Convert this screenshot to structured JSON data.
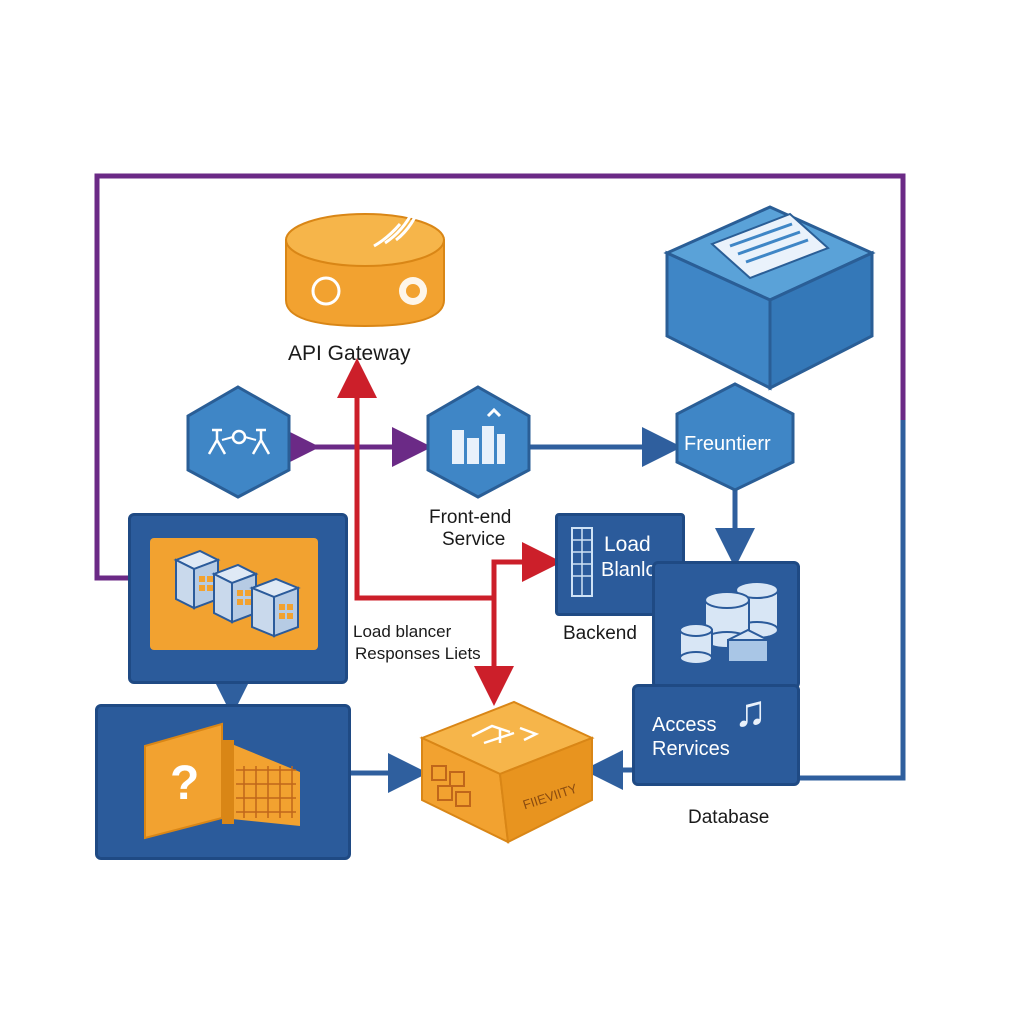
{
  "diagram": {
    "labels": {
      "api_gateway": "API Gateway",
      "front_end_service_line1": "Front-end",
      "front_end_service_line2": "Service",
      "frontend_node": "Freuntierr",
      "load_balancer_box_line1": "Load",
      "load_balancer_box_line2": "Blanlcer",
      "backend": "Backend",
      "load_blancer_line1": "Load blancer",
      "load_blancer_line2": "Responses Liets",
      "access_services_line1": "Access",
      "access_services_line2": "Rervices",
      "database": "Database",
      "cube_text": "FIIEVIITY",
      "question_mark": "?"
    },
    "icons": {
      "gateway": "cylinder-gateway-icon",
      "document_box": "document-box-icon",
      "network_hex": "network-hexagon-icon",
      "service_hex": "service-hexagon-icon",
      "servers": "server-cubes-icon",
      "databases": "database-stack-icon",
      "question": "question-folder-icon",
      "music": "music-note-icon"
    },
    "colors": {
      "purple": "#6b2a86",
      "red": "#cc1f2a",
      "blue_line": "#2f5f9e",
      "dark_blue": "#2b5b9b",
      "mid_blue": "#3f86c6",
      "orange": "#f2a230",
      "orange_dark": "#d98616"
    }
  }
}
